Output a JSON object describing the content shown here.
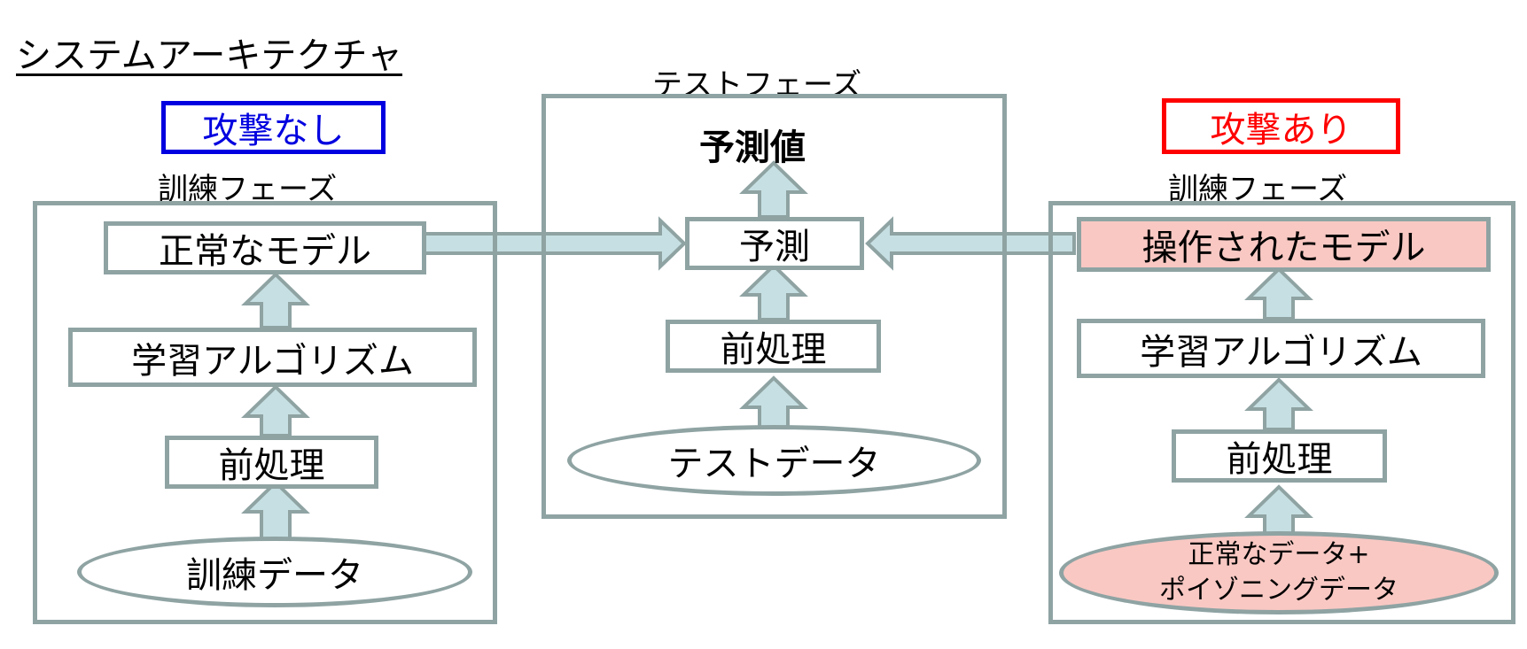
{
  "title": "システムアーキテクチャ",
  "colors": {
    "frame": "#8fa3a3",
    "arrow_fill": "#c6dfe2",
    "safe": "#0000e0",
    "attack": "#ff0000",
    "manipulated_fill": "#f9c8c3"
  },
  "left": {
    "badge": "攻撃なし",
    "phase": "訓練フェーズ",
    "model": "正常なモデル",
    "algorithm": "学習アルゴリズム",
    "preprocess": "前処理",
    "data": "訓練データ"
  },
  "center": {
    "phase": "テストフェーズ",
    "output": "予測値",
    "predict": "予測",
    "preprocess": "前処理",
    "data": "テストデータ"
  },
  "right": {
    "badge": "攻撃あり",
    "phase": "訓練フェーズ",
    "model": "操作されたモデル",
    "algorithm": "学習アルゴリズム",
    "preprocess": "前処理",
    "data_line1": "正常なデータ+",
    "data_line2": "ポイゾニングデータ"
  }
}
